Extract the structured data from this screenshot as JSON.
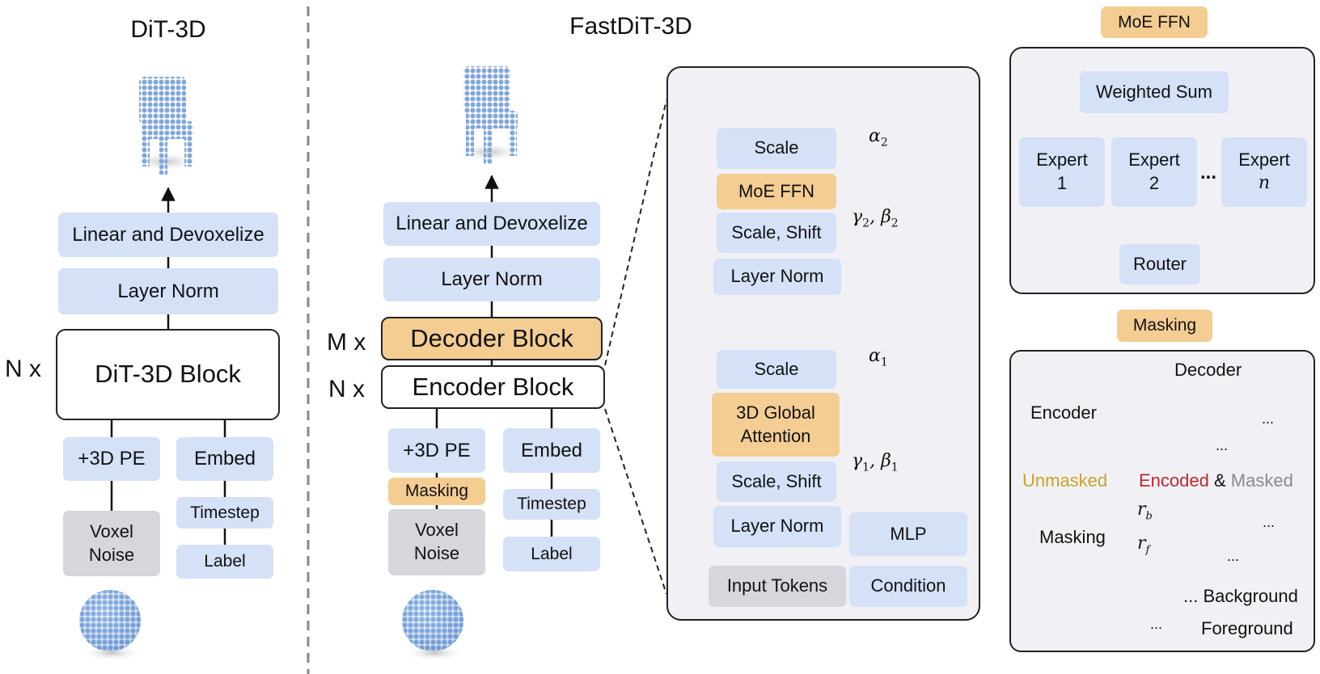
{
  "left": {
    "title": "DiT-3D",
    "repeat": "N x",
    "linear": "Linear and Devoxelize",
    "layer_norm": "Layer Norm",
    "block": "DiT-3D Block",
    "pe": "+3D PE",
    "embed": "Embed",
    "voxel_noise": "Voxel\nNoise",
    "timestep": "Timestep",
    "label": "Label"
  },
  "middle": {
    "title": "FastDiT-3D",
    "linear": "Linear and Devoxelize",
    "layer_norm": "Layer Norm",
    "decoder_repeat": "M x",
    "decoder": "Decoder Block",
    "encoder_repeat": "N x",
    "encoder": "Encoder Block",
    "pe": "+3D PE",
    "masking": "Masking",
    "voxel_noise": "Voxel\nNoise",
    "embed": "Embed",
    "timestep": "Timestep",
    "label": "Label"
  },
  "detail": {
    "scale_top": "Scale",
    "moe": "MoE FFN",
    "scale_shift_top": "Scale, Shift",
    "layer_norm_top": "Layer Norm",
    "scale_bottom": "Scale",
    "attention": "3D Global\nAttention",
    "scale_shift_bottom": "Scale, Shift",
    "layer_norm_bottom": "Layer Norm",
    "mlp": "MLP",
    "input_tokens": "Input Tokens",
    "condition": "Condition",
    "alpha2": "α",
    "alpha2_sub": "2",
    "gamma2": "γ",
    "gamma2_sub": "2",
    "beta2": ", β",
    "beta2_sub": "2",
    "alpha1": "α",
    "alpha1_sub": "1",
    "gamma1": "γ",
    "gamma1_sub": "1",
    "beta1": ", β",
    "beta1_sub": "1"
  },
  "moe_panel": {
    "title": "MoE FFN",
    "weighted_sum": "Weighted Sum",
    "expert1": "Expert\n1",
    "expert2": "Expert\n2",
    "ellipsis": "...",
    "expertn": "Expert",
    "expertn_var": "n",
    "router": "Router"
  },
  "masking_panel": {
    "title": "Masking",
    "decoder": "Decoder",
    "encoder": "Encoder",
    "unmasked": "Unmasked",
    "encoded": "Encoded",
    "amp": "&",
    "masked": "Masked",
    "masking": "Masking",
    "rb": "r",
    "rb_sub": "b",
    "rf": "r",
    "rf_sub": "f",
    "background": "... Background",
    "foreground": "Foreground",
    "ellipsis": "..."
  },
  "colors": {
    "blue": "#d4e1f7",
    "orange": "#f4cd92",
    "gray": "#d6d7dc",
    "unmasked": "#c9a227",
    "encoded": "#c0272d",
    "masked": "#8a8a8a",
    "cube_green": "#cfe8c8",
    "cube_blue": "#2f4f99"
  }
}
